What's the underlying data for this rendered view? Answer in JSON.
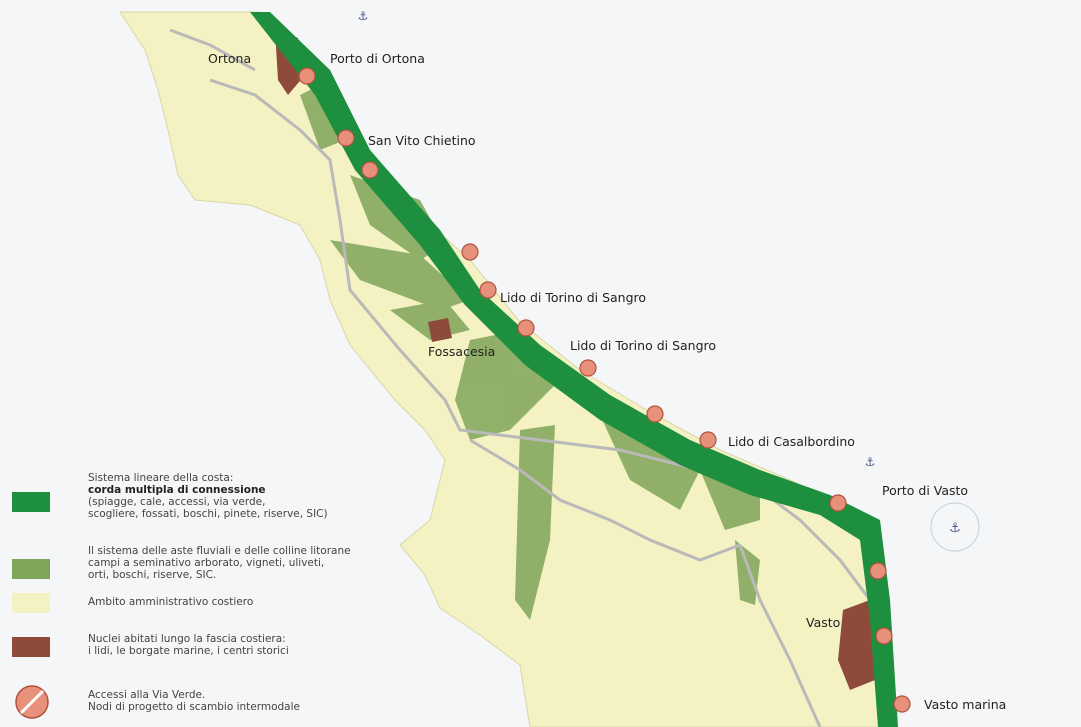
{
  "colors": {
    "sea": "#f4f6f8",
    "land": "#f4f2c2",
    "land_edge": "#d9d7a8",
    "coastal_green": "#1e8f3f",
    "hills_green": "#7fa55a",
    "settlement_brown": "#8e4a3a",
    "road_gray": "#b9b9b9",
    "access_red": "#e8917a"
  },
  "map": {
    "places": [
      {
        "id": "ortona",
        "label": "Ortona"
      },
      {
        "id": "porto-ortona",
        "label": "Porto di Ortona"
      },
      {
        "id": "san-vito",
        "label": "San Vito Chietino"
      },
      {
        "id": "lido-torino-1",
        "label": "Lido di Torino di Sangro"
      },
      {
        "id": "fossacesia",
        "label": "Fossacesia"
      },
      {
        "id": "lido-torino-2",
        "label": "Lido di Torino di Sangro"
      },
      {
        "id": "lido-casalbordino",
        "label": "Lido di Casalbordino"
      },
      {
        "id": "porto-vasto",
        "label": "Porto di Vasto"
      },
      {
        "id": "vasto",
        "label": "Vasto"
      },
      {
        "id": "vasto-marina",
        "label": "Vasto marina"
      }
    ],
    "access_node_count": 13,
    "icons": [
      "compass-rose-icon",
      "anchor-icon"
    ]
  },
  "legend": {
    "items": [
      {
        "id": "coastal-system",
        "color": "#1e8f3f",
        "line1": "Sistema lineare della costa:",
        "line2_bold": "corda multipla di connessione",
        "line3": "(spiagge, cale, accessi, via verde,",
        "line4": "scogliere, fossati, boschi, pinete, riserve, SIC)"
      },
      {
        "id": "river-hills",
        "color": "#7fa55a",
        "line1": "Il sistema delle aste fluviali e delle colline litorane",
        "line2": "campi a seminativo arborato, vigneti, uliveti,",
        "line3": "orti, boschi, riserve, SIC."
      },
      {
        "id": "admin-area",
        "color": "#f4f2c2",
        "line1": "Ambito amministrativo costiero"
      },
      {
        "id": "settlements",
        "color": "#8e4a3a",
        "line1": "Nuclei abitati lungo la fascia costiera:",
        "line2": "i lidi, le borgate marine, i centri storici"
      },
      {
        "id": "access-nodes",
        "color": "#e8917a",
        "line1": "Accessi alla Via Verde.",
        "line2": "Nodi di progetto di scambio intermodale"
      }
    ]
  }
}
